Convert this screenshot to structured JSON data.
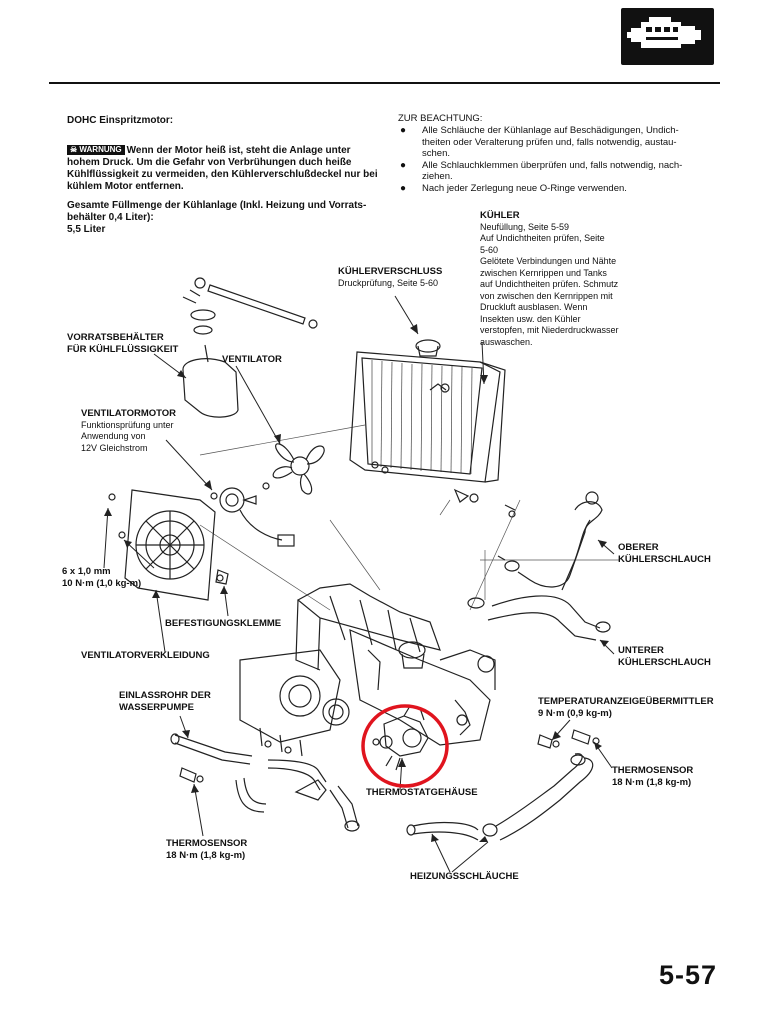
{
  "header": {
    "section_icon": "engine-icon"
  },
  "left_block": {
    "engine_title": "DOHC Einspritzmotor:",
    "warning_badge": "WARNUNG",
    "warning_text_1": "Wenn der Motor heiß ist, steht die Anlage unter",
    "warning_text_2": "hohem Druck. Um die Gefahr von Verbrühungen duch heiße",
    "warning_text_3": "Kühlflüssigkeit zu vermeiden, den Kühlerverschlußdeckel nur bei",
    "warning_text_4": "kühlem Motor entfernen.",
    "capacity_1": "Gesamte Füllmenge der Kühlanlage (Inkl. Heizung und Vorrats-",
    "capacity_2": "behälter 0,4 Liter):",
    "capacity_value": "5,5 Liter"
  },
  "note_block": {
    "title": "ZUR BEACHTUNG:",
    "items": [
      {
        "l1": "Alle Schläuche der Kühlanlage auf Beschädigungen, Undich-",
        "l2": "theiten oder Veralterung prüfen und, falls notwendig, austau-",
        "l3": "schen."
      },
      {
        "l1": "Alle Schlauchklemmen überprüfen und, falls notwendig, nach-",
        "l2": "ziehen."
      },
      {
        "l1": "Nach jeder Zerlegung neue O-Ringe verwenden."
      }
    ]
  },
  "labels": {
    "kuehler_title": "KÜHLER",
    "kuehler_lines": [
      "Neufüllung, Seite 5-59",
      "Auf Undichtheiten prüfen, Seite",
      "5-60",
      "Gelötete Verbindungen und Nähte",
      "zwischen Kernrippen und Tanks",
      "auf Undichtheiten prüfen. Schmutz",
      "von zwischen den Kernrippen mit",
      "Druckluft ausblasen. Wenn",
      "Insekten usw. den Kühler",
      "verstopfen, mit Niederdruckwasser",
      "auswaschen."
    ],
    "verschluss_title": "KÜHLERVERSCHLUSS",
    "verschluss_sub": "Druckprüfung, Seite 5-60",
    "vorrat_1": "VORRATSBEHÄLTER",
    "vorrat_2": "FÜR KÜHLFLÜSSIGKEIT",
    "ventilator": "VENTILATOR",
    "motor_title": "VENTILATORMOTOR",
    "motor_lines": [
      "Funktionsprüfung unter",
      "Anwendung von",
      "12V Gleichstrom"
    ],
    "spec_1": "6 x 1,0 mm",
    "spec_2": "10 N·m (1,0 kg-m)",
    "klemme": "BEFESTIGUNGSKLEMME",
    "verkleidung": "VENTILATORVERKLEIDUNG",
    "oberer_1": "OBERER",
    "oberer_2": "KÜHLERSCHLAUCH",
    "unterer_1": "UNTERER",
    "unterer_2": "KÜHLERSCHLAUCH",
    "einlass_1": "EINLASSROHR DER",
    "einlass_2": "WASSERPUMPE",
    "tempgeber_1": "TEMPERATURANZEIGEÜBERMITTLER",
    "tempgeber_2": "9 N·m (0,9 kg-m)",
    "thermostat": "THERMOSTATGEHÄUSE",
    "thermo_right_1": "THERMOSENSOR",
    "thermo_right_2": "18 N·m (1,8 kg-m)",
    "thermo_left_1": "THERMOSENSOR",
    "thermo_left_2": "18 N·m (1,8 kg-m)",
    "heiz": "HEIZUNGSSCHLÄUCHE"
  },
  "highlight": {
    "target": "thermostat-housing",
    "color": "#e0141e"
  },
  "page_number": "5-57"
}
